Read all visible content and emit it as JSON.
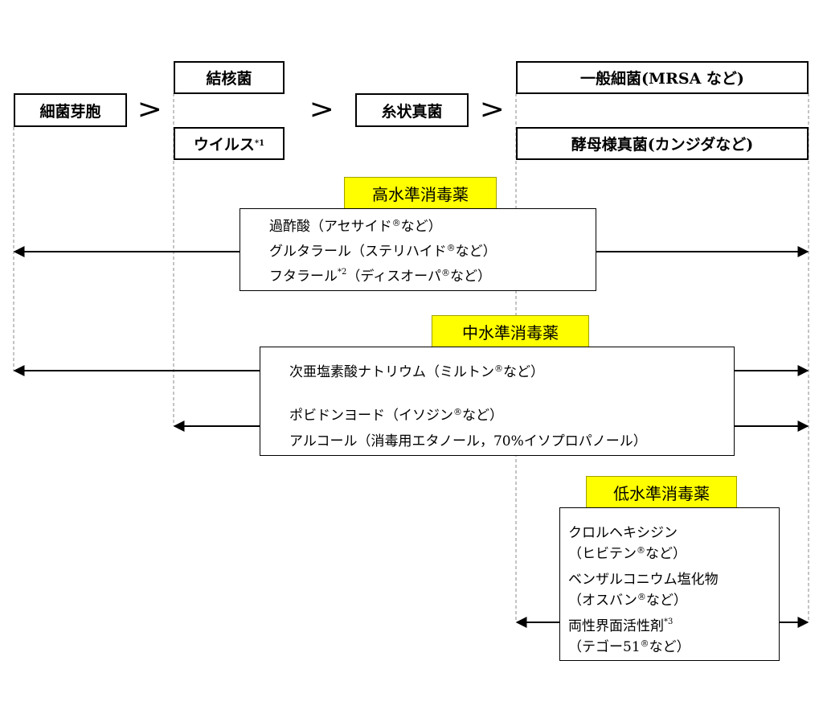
{
  "organisms": {
    "spore": "細菌芽胞",
    "tb": "結核菌",
    "virus": "ウイルス",
    "virus_note": "*1",
    "fungus_filamentous": "糸状真菌",
    "bacteria_general": "一般細菌(MRSA など)",
    "yeast": "酵母様真菌(カンジダなど)"
  },
  "separators": [
    ">",
    ">",
    ">"
  ],
  "high_level": {
    "label": "高水準消毒薬",
    "drugs": [
      {
        "name": "過酢酸（アセサイド",
        "reg": "®",
        "suffix": "など）"
      },
      {
        "name": "グルタラール（ステリハイド",
        "reg": "®",
        "suffix": "など）"
      },
      {
        "name": "フタラール",
        "note": "*2",
        "name2": "（ディスオーパ",
        "reg": "®",
        "suffix": "など）"
      }
    ]
  },
  "mid_level": {
    "label": "中水準消毒薬",
    "drug_a": {
      "name": "次亜塩素酸ナトリウム（ミルトン",
      "reg": "®",
      "suffix": "など）"
    },
    "drug_b": {
      "name": "ポビドンヨード（イソジン",
      "reg": "®",
      "suffix": "など）"
    },
    "drug_c": {
      "name": "アルコール（消毒用エタノール，70%イソプロパノール）"
    }
  },
  "low_level": {
    "label": "低水準消毒薬",
    "drugs": [
      {
        "name": "クロルヘキシジン",
        "sub": "（ヒビテン",
        "reg": "®",
        "suffix": "など）"
      },
      {
        "name": "ベンザルコニウム塩化物",
        "sub": "（オスバン",
        "reg": "®",
        "suffix": "など）"
      },
      {
        "name": "両性界面活性剤",
        "note": "*3",
        "sub": "（テゴー51",
        "reg": "®",
        "suffix": "など）"
      }
    ]
  }
}
